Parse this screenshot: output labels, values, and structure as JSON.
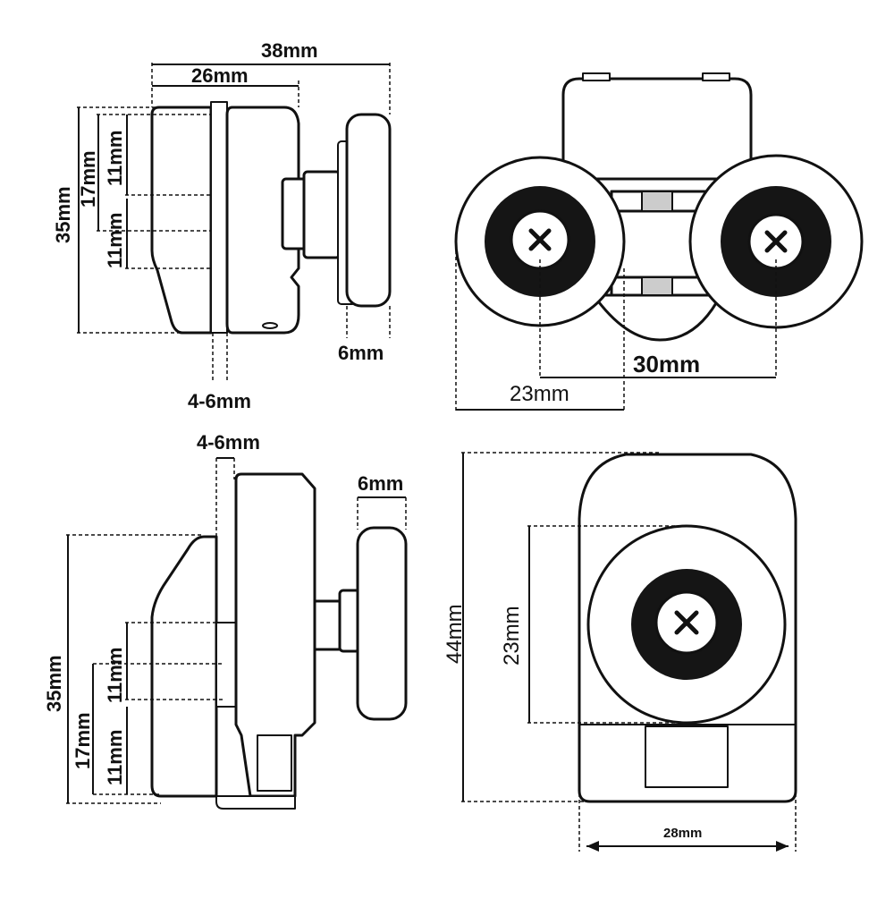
{
  "labels": {
    "tl_width_overall": "38mm",
    "tl_width_body": "26mm",
    "tl_height_total": "35mm",
    "tl_height_mid": "17mm",
    "tl_height_upper": "11mm",
    "tl_height_lower": "11mm",
    "tl_glass": "4-6mm",
    "tl_wheel_thickness": "6mm",
    "tr_wheel_spacing": "30mm",
    "tr_wheel_diameter": "23mm",
    "bl_glass": "4-6mm",
    "bl_wheel_thickness": "6mm",
    "bl_height_total": "35mm",
    "bl_height_mid": "17mm",
    "bl_height_upper": "11mm",
    "bl_height_lower": "11mm",
    "br_height_total": "44mm",
    "br_wheel_diameter": "23mm",
    "br_width": "28mm"
  }
}
